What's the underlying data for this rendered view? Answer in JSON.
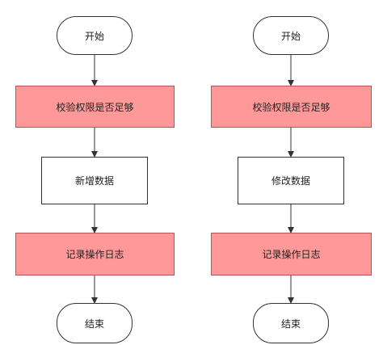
{
  "colors": {
    "highlight_fill": "#ff9999",
    "highlight_border": "#b85450",
    "node_fill": "#ffffff",
    "line": "#333333"
  },
  "flows": [
    {
      "start": "开始",
      "check": "校验权限是否足够",
      "action": "新增数据",
      "log": "记录操作日志",
      "end": "结束"
    },
    {
      "start": "开始",
      "check": "校验权限是否足够",
      "action": "修改数据",
      "log": "记录操作日志",
      "end": "结束"
    }
  ]
}
